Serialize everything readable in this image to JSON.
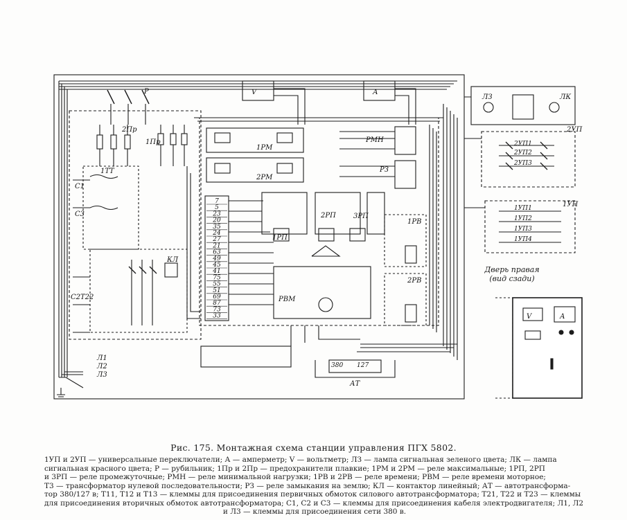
{
  "figure": {
    "caption": "Рис. 175. Монтажная схема станции управления ПГХ 5802.",
    "legend_line1": "1УП и 2УП — универсальные переключатели; А — амперметр; V — вольтметр; ЛЗ — лампа сигнальная зеленого цвета; ЛК — лампа",
    "legend_line2": "сигнальная красного цвета; Р — рубильник; 1Пр и 2Пр — предохранители плавкие; 1РМ и 2РМ — реле максимальные; 1РП, 2РП",
    "legend_line3": "и 3РП — реле промежуточные; РМН — реле минимальной нагрузки; 1РВ и 2РВ — реле времени; РВМ — реле времени моторное;",
    "legend_line4": "Т3 — трансформатор нулевой последовательности; РЗ — реле замыкания на землю; КЛ — контактор линейный; АТ — автотрансформа-",
    "legend_line5": "тор 380/127 в; Т11, Т12 и Т13 — клеммы для присоединения первичных обмоток силового автотрансформатора; Т21, Т22 и Т23 — клеммы",
    "legend_line6": "для присоединения вторичных обмоток автотрансформатора; С1, С2 и С3 — клеммы для присоединения кабеля электродвигателя; Л1, Л2",
    "legend_line7": "и Л3 — клеммы для присоединения сети 380 в."
  },
  "door_label": {
    "line1": "Дверь правая",
    "line2": "(вид сзади)"
  },
  "diagram_labels": {
    "rm1": "1РМ",
    "rm2": "2РМ",
    "rmn": "РМН",
    "rz": "РЗ",
    "v": "V",
    "a": "А",
    "lz": "ЛЗ",
    "lk": "ЛК",
    "up2": "2УП",
    "up1": "1УП",
    "kl": "КЛ",
    "tt1": "1ТТ",
    "rvm": "РВМ",
    "rv1": "1РВ",
    "rv2": "2РВ",
    "rp1": "1РП",
    "rp2": "2РП",
    "rp3": "3РП",
    "at": "АТ",
    "l1": "Л1",
    "l2": "Л2",
    "l3": "Л3",
    "c1": "С1",
    "c2": "С2",
    "c3": "С3",
    "t22": "Т22",
    "pr1": "1Пр",
    "pr2": "2Пр",
    "p": "Р",
    "at_127": "127",
    "at_380": "380",
    "up_c1": "2УП1",
    "up_c2": "2УП2",
    "up_c3": "2УП3",
    "up1_c1": "1УП1",
    "up1_c2": "1УП2",
    "up1_c3": "1УП3",
    "up1_c4": "1УП4",
    "door_v": "V",
    "door_a": "А"
  },
  "terminal_strip": [
    "7",
    "5",
    "23",
    "20",
    "35",
    "24",
    "27",
    "21",
    "63",
    "49",
    "45",
    "41",
    "75",
    "55",
    "51",
    "69",
    "87",
    "73",
    "33"
  ],
  "colors": {
    "ink": "#1c1c1c",
    "paper": "#fdfdfc",
    "door_panel": "#2a2a2a"
  }
}
